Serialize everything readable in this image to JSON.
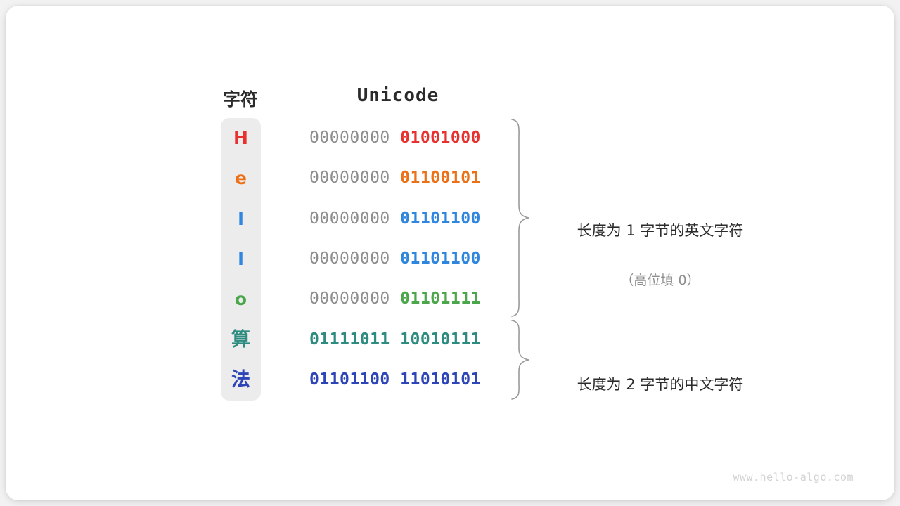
{
  "watermark": "www.hello-algo.com",
  "table": {
    "headers": {
      "char": "字符",
      "encoding": "Unicode"
    },
    "rows": [
      {
        "char": "H",
        "color": "#e8312f",
        "pad": "00000000 ",
        "value": "01001000"
      },
      {
        "char": "e",
        "color": "#ec7016",
        "pad": "00000000 ",
        "value": "01100101"
      },
      {
        "char": "l",
        "color": "#2e86de",
        "pad": "00000000 ",
        "value": "01101100"
      },
      {
        "char": "l",
        "color": "#2e86de",
        "pad": "00000000 ",
        "value": "01101100"
      },
      {
        "char": "o",
        "color": "#4ca64c",
        "pad": "00000000 ",
        "value": "01101111"
      },
      {
        "char": "算",
        "color": "#2e8b80",
        "pad": "",
        "value": "01111011 10010111"
      },
      {
        "char": "法",
        "color": "#2e45b8",
        "pad": "",
        "value": "01101100 11010101"
      }
    ]
  },
  "annotations": {
    "ascii": {
      "line1": "长度为 1 字节的英文字符",
      "line2": "（高位填 0）"
    },
    "cjk": {
      "line1": "长度为 2 字节的中文字符",
      "line2": ""
    }
  },
  "colors": {
    "panel_background": "#ececec",
    "pad_text": "#8d8d8d",
    "brace_stroke": "#9a9a9a",
    "card_background": "#ffffff"
  }
}
